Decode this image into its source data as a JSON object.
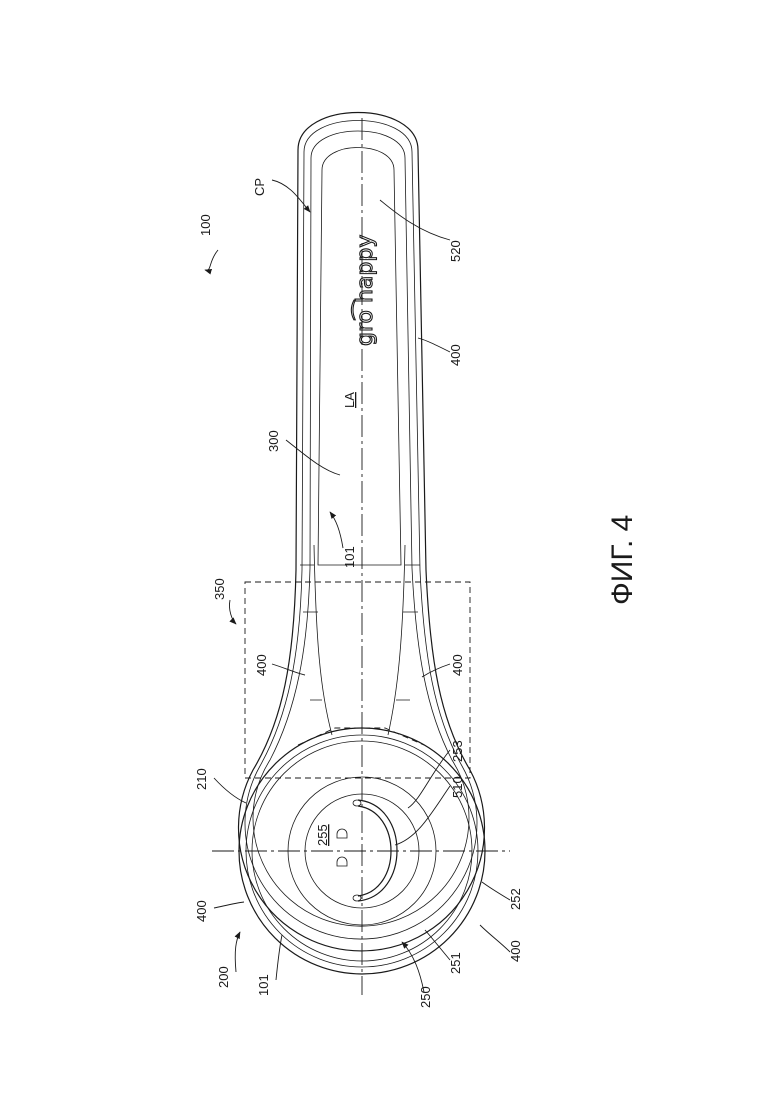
{
  "figure": {
    "caption": "ФИГ. 4"
  },
  "logo": {
    "text": "gro͡ happy"
  },
  "labels": {
    "l100": "100",
    "lCP": "CP",
    "l520": "520",
    "l400_handle": "400",
    "l300": "300",
    "lLA": "LA",
    "l101_handle": "101",
    "l350": "350",
    "l400_left_neck": "400",
    "l400_right_neck": "400",
    "l210": "210",
    "l253": "253",
    "l510": "510",
    "l255": "255",
    "l400_head": "400",
    "l200": "200",
    "l101_head": "101",
    "l250": "250",
    "l251": "251",
    "l400_bottom": "400",
    "l252": "252"
  }
}
